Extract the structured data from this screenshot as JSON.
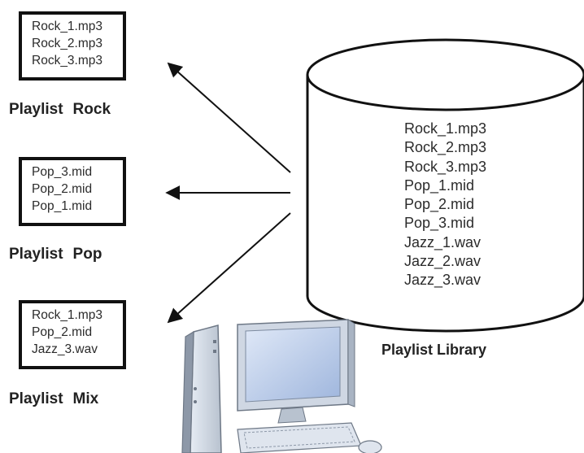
{
  "playlists": [
    {
      "id": "rock",
      "files": [
        "Rock_1.mp3",
        "Rock_2.mp3",
        "Rock_3.mp3"
      ],
      "title_word": "Playlist",
      "title_name": "Rock"
    },
    {
      "id": "pop",
      "files": [
        "Pop_3.mid",
        "Pop_2.mid",
        "Pop_1.mid"
      ],
      "title_word": "Playlist",
      "title_name": "Pop"
    },
    {
      "id": "mix",
      "files": [
        "Rock_1.mp3",
        "Pop_2.mid",
        "Jazz_3.wav"
      ],
      "title_word": "Playlist",
      "title_name": "Mix"
    }
  ],
  "library": {
    "files": [
      "Rock_1.mp3",
      "Rock_2.mp3",
      "Rock_3.mp3",
      "Pop_1.mid",
      "Pop_2.mid",
      "Pop_3.mid",
      "Jazz_1.wav",
      "Jazz_2.wav",
      "Jazz_3.wav"
    ],
    "label": "Playlist Library"
  },
  "icons": {
    "library": "database-cylinder-icon",
    "computer": "desktop-computer-icon",
    "arrow": "arrow-icon"
  }
}
